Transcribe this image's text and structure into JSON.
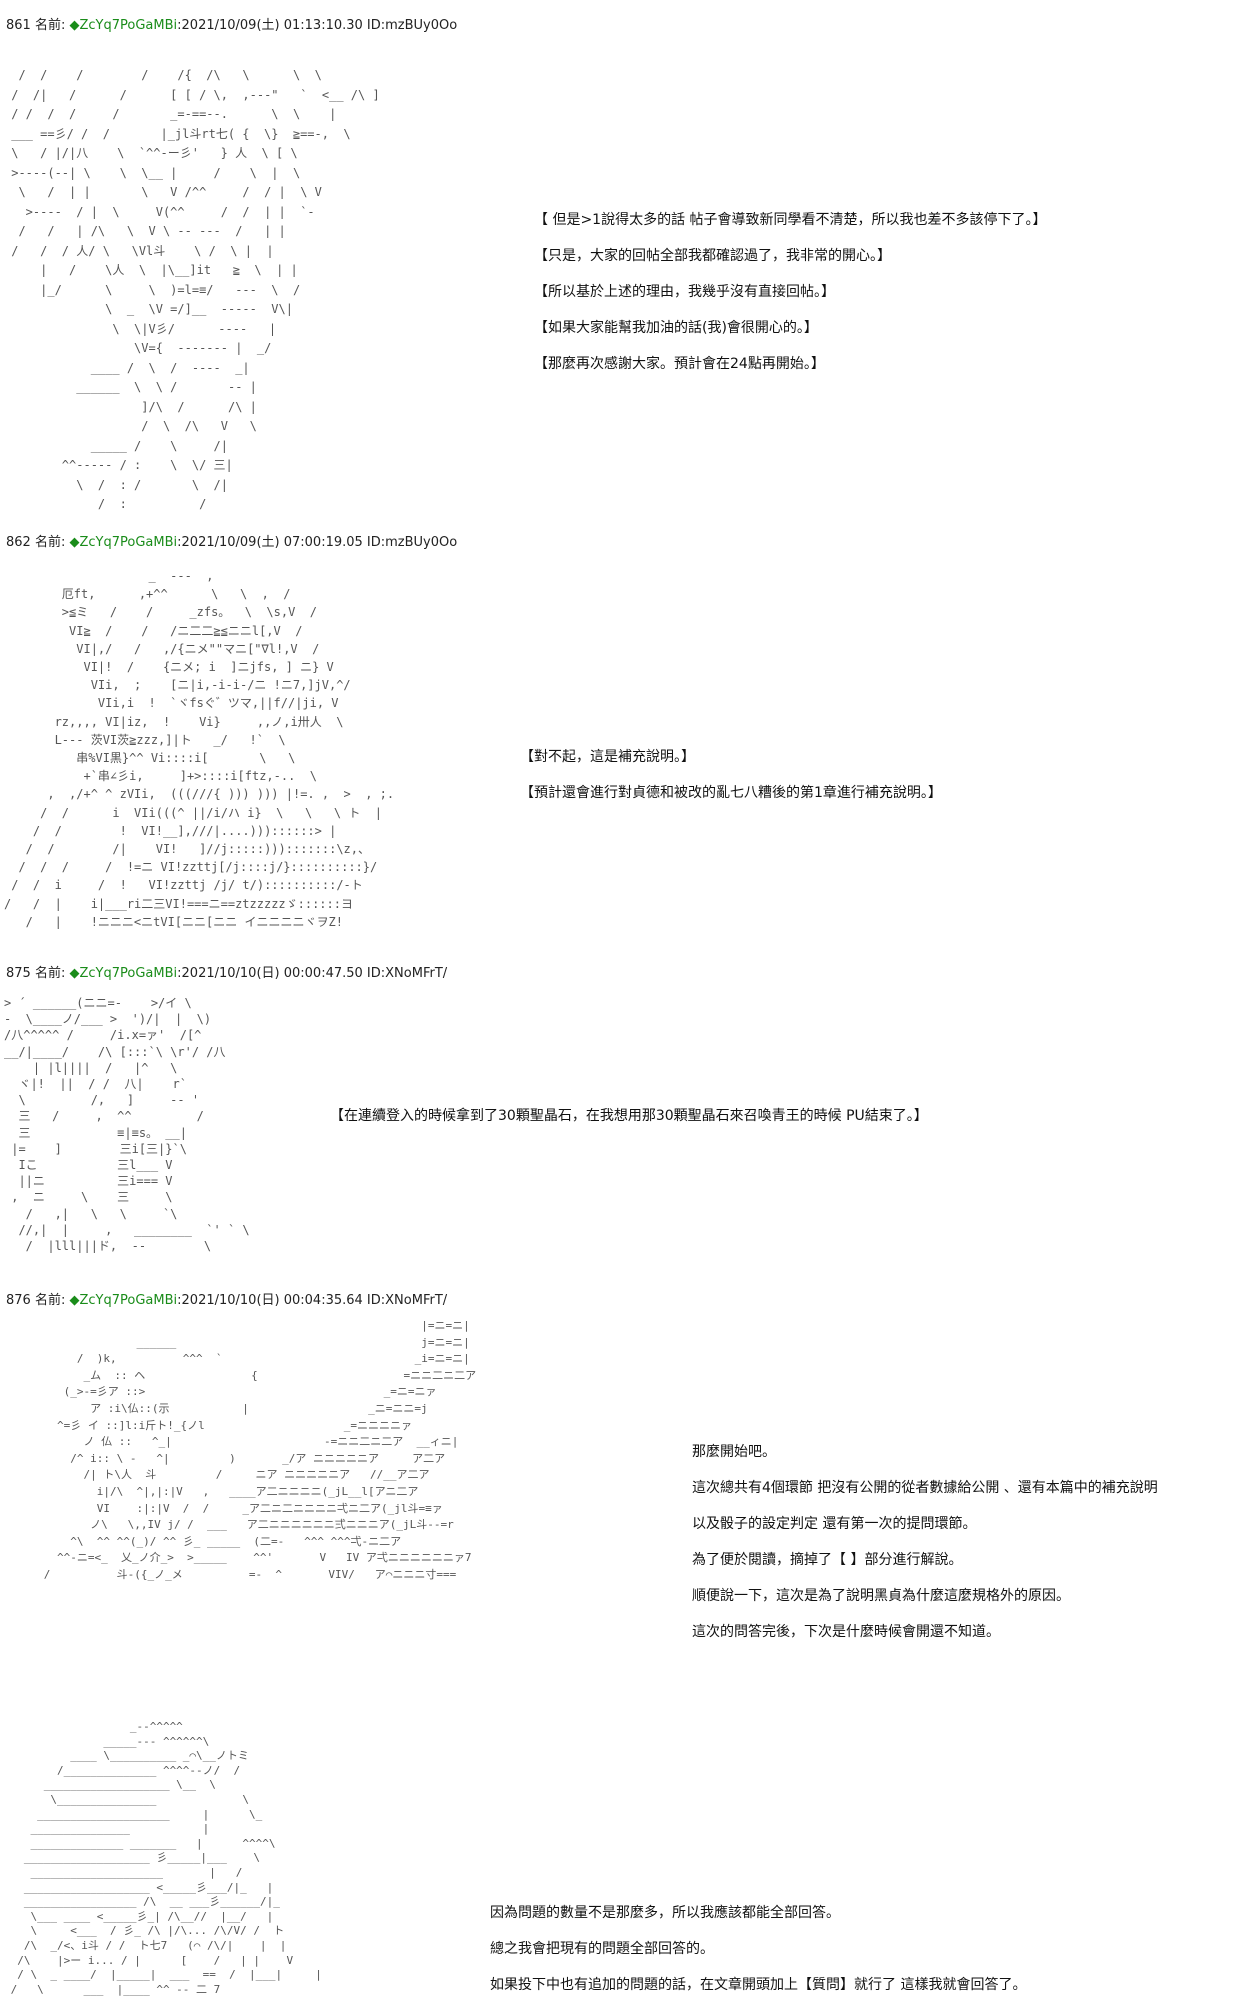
{
  "posts": [
    {
      "number": "861",
      "name_label": "名前:",
      "trip": "◆ZcYq7PoGaMBi",
      "datetime": ":2021/10/09(土) 01:13:10.30 ID:mzBUy0Oo",
      "art": "  /  /    /        /    /{  /\\   \\      \\  \\\n /  /|   /      /      [ [ / \\,  ,---\"   `  <__ /\\ ]\n / /  /  /     /       _=-==--.      \\  \\    |\n ___ ==彡/ /  /       |_jl斗rt七( {  \\}  ≧==-,  \\\n \\   / |/|八    \\  `^^-ー彡'   } 人  \\ [ \\\n >----(--| \\    \\  \\__ |     /    \\  |  \\\n  \\   /  | |       \\   V /^^     /  / |  \\ V\n   >----  / |  \\     V(^^     /  /  | |  `-\n  /   /   | /\\   \\  V \\ -- ---  /   | |\n /   /  / 人/ \\   \\Vl斗    \\ /  \\ |  |\n     |   /    \\人  \\  |\\__]it   ≧  \\  | |\n     |_/      \\     \\  )=l=≡/   ---  \\  /\n              \\  _  \\V =/]__  -----  V\\|\n               \\  \\|V彡/      ----   |\n                  \\V={  ------- |  _/\n            ____ /  \\  /  ----  _|\n          ______  \\  \\ /       -- |\n                   ]/\\  /      /\\ |\n                   /  \\  /\\   V   \\\n            _____ /    \\     /|\n        ^^----- / :    \\  \\/ 三|\n          \\  /  : /       \\  /|\n             /  :          /",
      "lines": [
        "【 但是>1說得太多的話 帖子會導致新同學看不清楚，所以我也差不多該停下了。】",
        "【只是，大家的回帖全部我都確認過了，我非常的開心。】",
        "【所以基於上述的理由，我幾乎沒有直接回帖。】",
        "【如果大家能幫我加油的話(我)會很開心的。】",
        "【那麼再次感謝大家。預計會在24點再開始。】"
      ]
    },
    {
      "number": "862",
      "name_label": "名前:",
      "trip": "◆ZcYq7PoGaMBi",
      "datetime": ":2021/10/09(土) 07:00:19.05 ID:mzBUy0Oo",
      "art": "                    _  ---  ,\n        厄ft,      ,+^^      \\   \\  ,  /\n        >≦ミ   /    /     _zfs。  \\  \\s,V  /\n         VI≧  /    /   /ニ二二≧≦ニニl[,V  /\n          VI|,/   /   ,/{ニメ\"\"マニ[\"∇l!,V  /\n           VI|!  /    {ニメ; i  ]ニjfs, ] ニ} V\n            VIi,  ;    [ニ|i,-i-i-/ニ !ニ7,]jV,^/\n             VIi,i  !  `ヾfsぐ゛ツマ,||f//|ji, V\n       rz,,,, VI|iz,  !    Vi}     ,,ノ,i卅人  \\\n       L--- 茨VI茨≧zzz,]|ト   _/   !`  \\\n          串%VI黒}^^ Vi::::i[       \\   \\\n           +`串∠彡i,     ]+>::::i[ftz,-..  \\\n      ,  ,/+^ ^ zVIi,  (((///{ ))) ))) |!=. ,  >  , ;.\n     /  /      i  VIi(((^ ||/i/ハ i}  \\   \\   \\ ト  |\n    /  /        !  VI!__],///|....)))::::::> |\n   /  /        /|    VI!   ]//j:::::))):::::::\\z,、\n  /  /  /     /  !=ニ VI!zzttj[/j::::j/}::::::::::}/\n /  /  i     /  !   VI!zzttj /j/ t/)::::::::::/-ト\n/   /  |    i|___ri二三VI!===ニ==ztzzzzzゞ::::::ヨ\n   /   |    !ニニニ<ニtVI[ニニ[ニニ イニニニニヾヲZ!",
      "lines": [
        "【對不起，這是補充說明。】",
        "【預計還會進行對貞德和被改的亂七八糟後的第1章進行補充說明。】"
      ]
    },
    {
      "number": "875",
      "name_label": "名前:",
      "trip": "◆ZcYq7PoGaMBi",
      "datetime": ":2021/10/10(日) 00:00:47.50 ID:XNoMFrT/",
      "art": "> ´ ______(ニニ=-    >/イ \\\n-  \\____ノ/___ >  ')/|  |  \\)\n/八^^^^^ /     /i.x=ァ'  /[^\n__/|____/    /\\ [:::`\\ \\r'/ /八\n    | |l||||  /   |^   \\\n  ヾ|!  ||  / /  八|    r`\n  \\         /,   ]     -- '\n  三   /     ,  ^^         /\n  三            ≡|≡s。 __|\n |=    ]        三i[三|}`\\\n  Iこ           三l___ V\n  ||ニ          三i=== V\n ,  ニ     \\    三     \\\n   /   ,|   \\   \\     `\\\n  //,|  |     ,   ________  `' ` \\\n   /  |lll|||ド,  --        \\",
      "lines": [
        "【在連續登入的時候拿到了30顆聖晶石，在我想用那30顆聖晶石來召喚青王的時候 PU結束了。】"
      ]
    },
    {
      "number": "876",
      "name_label": "名前:",
      "trip": "◆ZcYq7PoGaMBi",
      "datetime": ":2021/10/10(日) 00:04:35.64 ID:XNoMFrT/",
      "art": "                                                               |=ニ=ニ|\n                    ______                                     j=ニ=ニ|\n           /  )k,          ^^^  `                             _i=ニ=ニ|\n            _ム  :: ヘ                {                      =ニニ二ニ二ア\n         (_>-=彡ア ::>                                    _=ニ=ニァ\n             ア :i\\仏::(示           |                  _ニ=ニニ=j\n        ^=彡 イ ::]l:i斤ト!_{ノl                     _=ニニニニァ\n            ノ 仏 ::   ^_|                       -=ニニ二ニ二ア  __ィニ|\n          /^ i:: \\ -   ^|         )       _/ア ニニニニニア     ア二ア\n            /| ト\\人  斗         /     ニア ニニニニニア   //__ア二ア\n              i|/\\  ^|,|:|V   ,   ____ア二ニニニニ(_jL__l[アニ二ア\n              VI    :|:|V  /  /     _ア二ニ二ニニニニ弌ニ二ア(_jl斗=≡ァ\n             ノ\\   \\,,IV j/ /  ___   ア二ニニニニニニ弍ニニニア(_jL斗--=r\n          ^\\  ^^ ^^(_)/ ^^ 彡_ _____  (二=-   ^^^ ^^^弌-ニ二ア\n        ^^-ニ=<_  乂_ノ介_>  >_____    ^^'       V   IV ア弌ニニニニニニァ7\n      /          斗-({_ノ_メ          =-  ^       VIV/   ア⌒ニニニ寸===",
      "lines": [
        "那麼開始吧。",
        "這次總共有4個環節 把沒有公開的從者數據給公開 、還有本篇中的補充說明",
        " 以及骰子的設定判定 還有第一次的提問環節。",
        "為了便於閱讀，摘掉了【 】部分進行解說。",
        "順便說一下，這次是為了說明黑貞為什麼這麼規格外的原因。",
        "這次的問答完後，下次是什麼時候會開還不知道。"
      ]
    },
    {
      "number": "",
      "name_label": "",
      "trip": "",
      "datetime": "",
      "art": "                   _--^^^^^\n               _____--- ^^^^^^\\\n          ____ \\__________ _⌒\\__ノトミ\n        /______________ ^^^^--ノ/  /\n      ___________________ \\__  \\\n       \\_______________             \\\n     ____________________     |      \\_\n    _______________           |\n    ______________ _______   |      ^^^^\\\n   ___________________ 彡_____|___    \\\n    ____________________       |   /\n   ___________________ <_____彡___/|_   |\n   _________________ /\\  __ ___彡______/|_\n    \\___ ____ <_____彡_| /\\__//  |__/   |\n    \\     <___  / 彡_ /\\ |/\\... /\\/V/ /  ト\n   /\\  _/<、i斗 / /  ト七7   (⌒ /\\/|    |  |\n  /\\    |>ー i... / |      [    /   | |    V\n  / \\  _ ____/  |_____|  ___  ==  /  |___|     |\n /   \\      ___  |____ ^^ -- 二 7",
      "lines": [
        "因為問題的數量不是那麼多，所以我應該都能全部回答。",
        "總之我會把現有的問題全部回答的。",
        "如果投下中也有追加的問題的話，在文章開頭加上【質問】就行了 這樣我就會回答了。"
      ]
    }
  ]
}
